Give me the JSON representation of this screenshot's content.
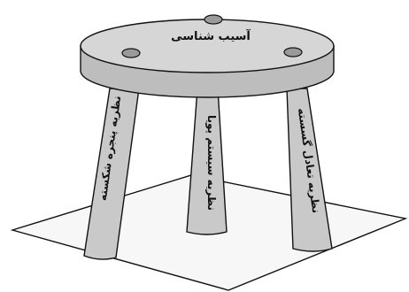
{
  "diagram": {
    "top_label": "آسیب شناسی",
    "legs": [
      {
        "label": "نظریه پنجره شکسته"
      },
      {
        "label": "نظریه سیستم پویا"
      },
      {
        "label": "نظریه تعادل گسسته"
      }
    ],
    "colors": {
      "stroke": "#111111",
      "fill_gray": "#c9c9c9",
      "table_top": "#d6d6d6",
      "table_side": "#bdbdbd",
      "ground": "#f7f7f7",
      "hole": "#9a9a9a"
    }
  }
}
